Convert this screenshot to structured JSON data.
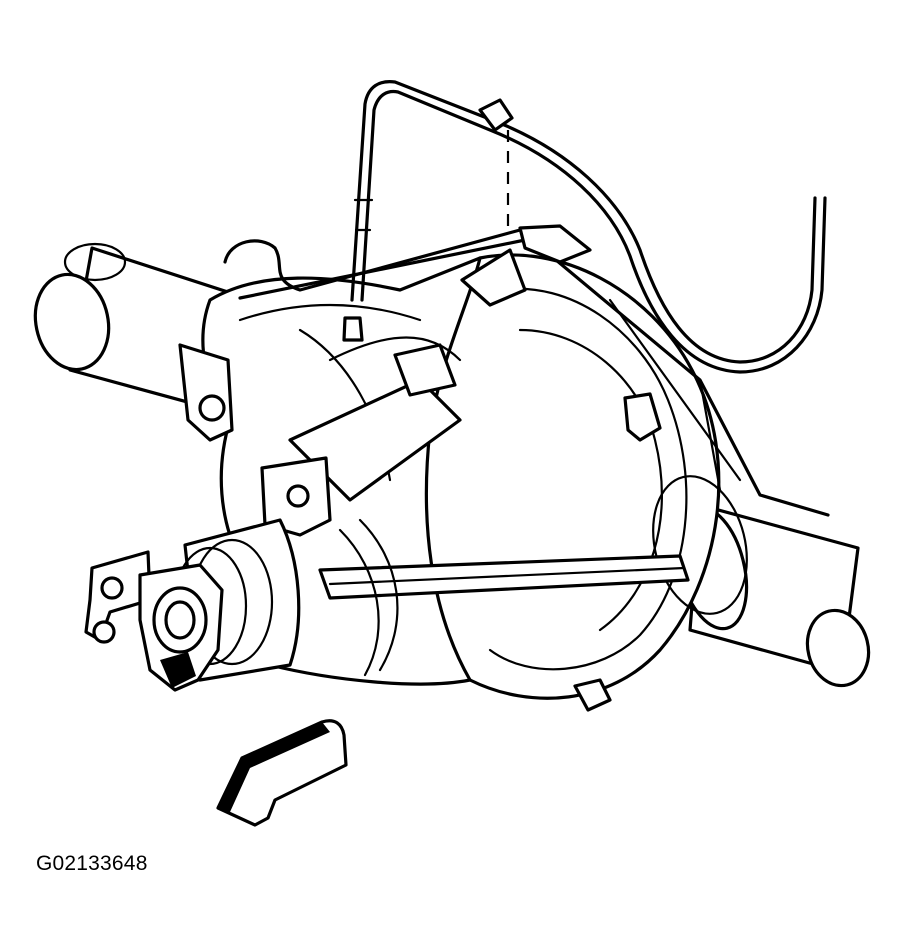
{
  "figure": {
    "id_label": "G02133648",
    "components": [
      "left-axle-tube",
      "right-axle-tube",
      "differential-carrier",
      "differential-cover",
      "pinion-yoke",
      "vent-hose",
      "brake-line",
      "direction-arrow"
    ]
  }
}
